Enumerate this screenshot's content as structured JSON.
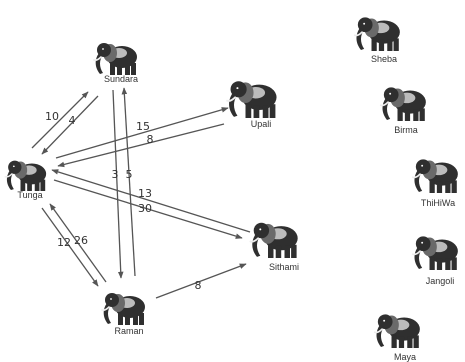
{
  "nodes": [
    {
      "id": "sundara",
      "label": "Sundara"
    },
    {
      "id": "upali",
      "label": "Upali"
    },
    {
      "id": "tunga",
      "label": "Tunga"
    },
    {
      "id": "sithami",
      "label": "Sithami"
    },
    {
      "id": "raman",
      "label": "Raman"
    },
    {
      "id": "sheba",
      "label": "Sheba"
    },
    {
      "id": "birma",
      "label": "Birma"
    },
    {
      "id": "thihiwa",
      "label": "ThiHiWa"
    },
    {
      "id": "jangoli",
      "label": "Jangoli"
    },
    {
      "id": "maya",
      "label": "Maya"
    }
  ],
  "edges": [
    {
      "id": "e1",
      "from": "tunga",
      "to": "sundara",
      "label": "10"
    },
    {
      "id": "e2",
      "from": "sundara",
      "to": "tunga",
      "label": "4"
    },
    {
      "id": "e3",
      "from": "tunga",
      "to": "upali",
      "label": "15"
    },
    {
      "id": "e4",
      "from": "upali",
      "to": "tunga",
      "label": "8"
    },
    {
      "id": "e5",
      "from": "sundara",
      "to": "raman",
      "label": "3"
    },
    {
      "id": "e6",
      "from": "raman",
      "to": "sundara",
      "label": "5"
    },
    {
      "id": "e7",
      "from": "sithami",
      "to": "tunga",
      "label": "13"
    },
    {
      "id": "e8",
      "from": "tunga",
      "to": "sithami",
      "label": "30"
    },
    {
      "id": "e9",
      "from": "raman",
      "to": "tunga",
      "label": "12"
    },
    {
      "id": "e10",
      "from": "tunga",
      "to": "raman",
      "label": "26"
    },
    {
      "id": "e11",
      "from": "raman",
      "to": "sithami",
      "label": "8"
    }
  ]
}
